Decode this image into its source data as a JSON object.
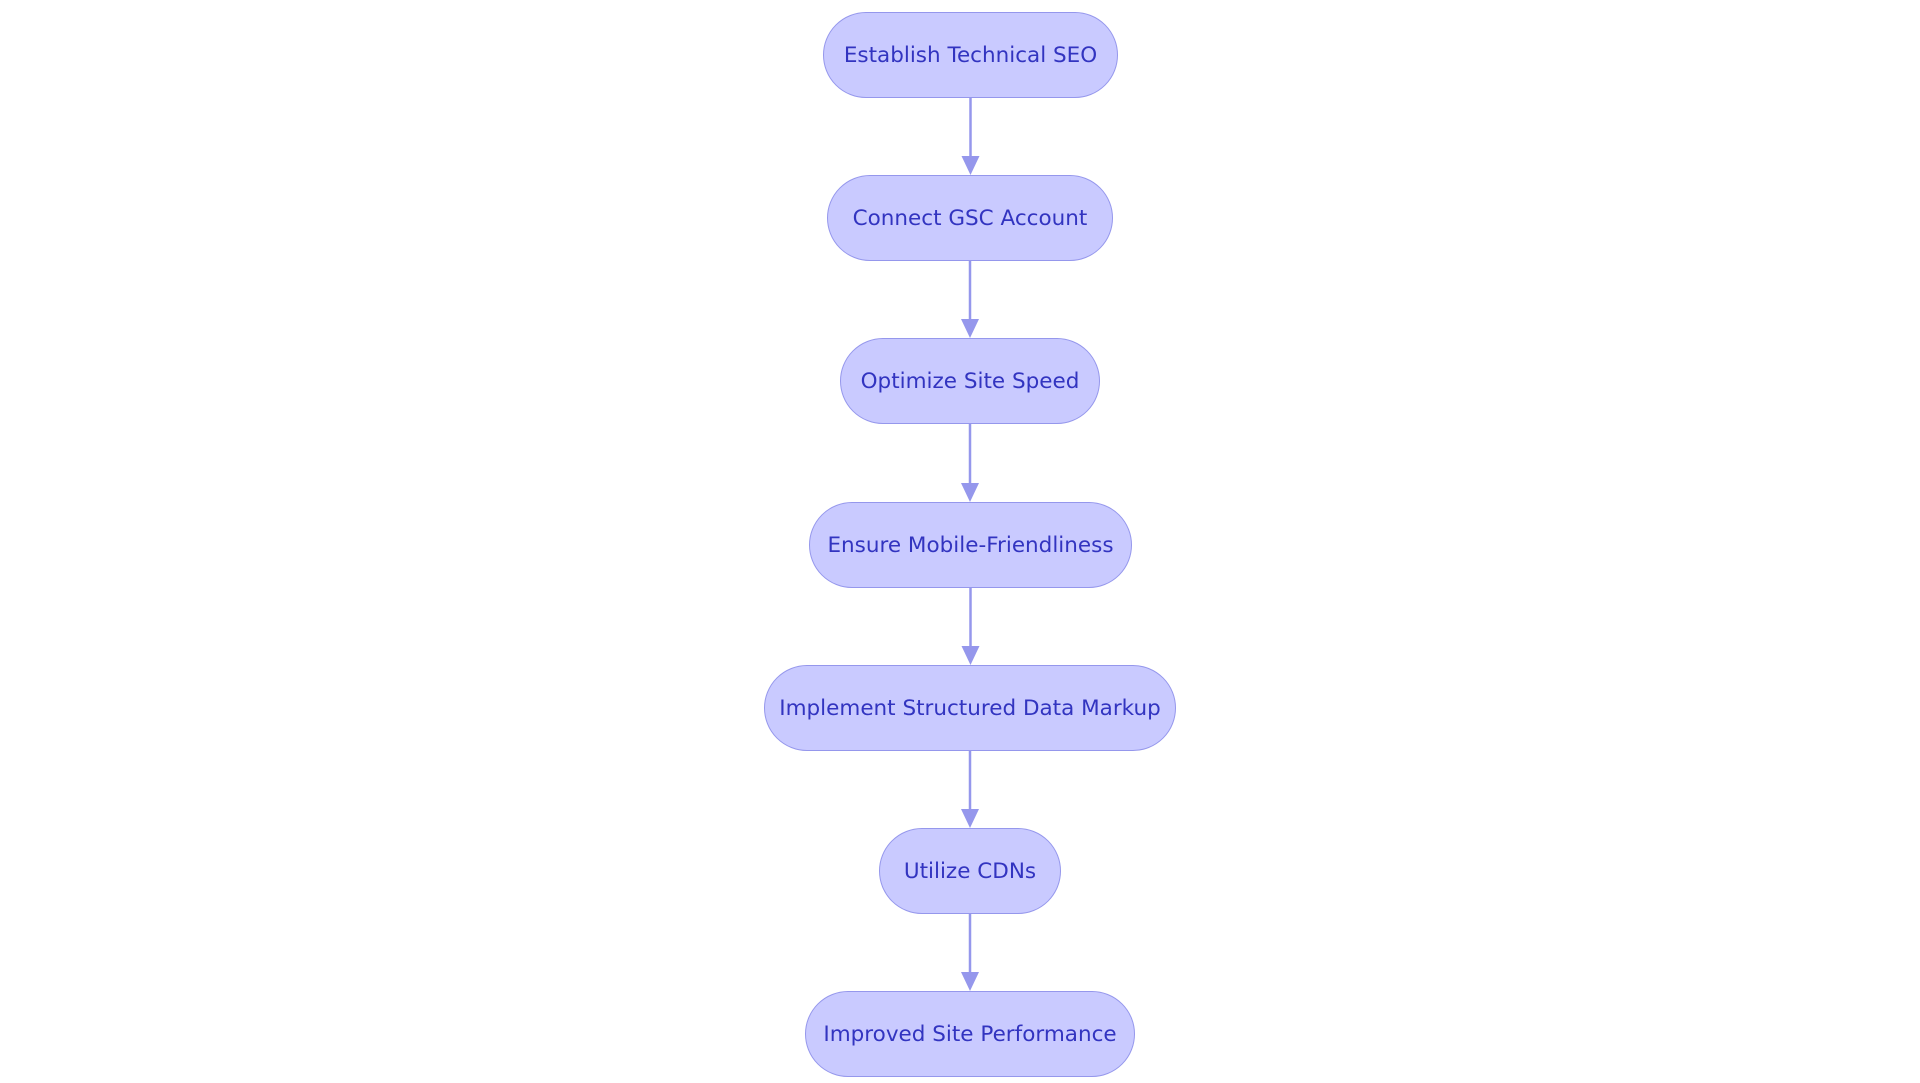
{
  "diagram": {
    "type": "flowchart",
    "direction": "top-to-bottom",
    "colors": {
      "node_fill": "#c9caff",
      "node_border": "#9597ec",
      "node_text": "#3234c0",
      "edge": "#9597ec"
    },
    "nodes": [
      {
        "id": "n1",
        "label": "Establish Technical SEO"
      },
      {
        "id": "n2",
        "label": "Connect GSC Account"
      },
      {
        "id": "n3",
        "label": "Optimize Site Speed"
      },
      {
        "id": "n4",
        "label": "Ensure Mobile-Friendliness"
      },
      {
        "id": "n5",
        "label": "Implement Structured Data Markup"
      },
      {
        "id": "n6",
        "label": "Utilize CDNs"
      },
      {
        "id": "n7",
        "label": "Improved Site Performance"
      }
    ],
    "edges": [
      {
        "from": "n1",
        "to": "n2"
      },
      {
        "from": "n2",
        "to": "n3"
      },
      {
        "from": "n3",
        "to": "n4"
      },
      {
        "from": "n4",
        "to": "n5"
      },
      {
        "from": "n5",
        "to": "n6"
      },
      {
        "from": "n6",
        "to": "n7"
      }
    ]
  }
}
